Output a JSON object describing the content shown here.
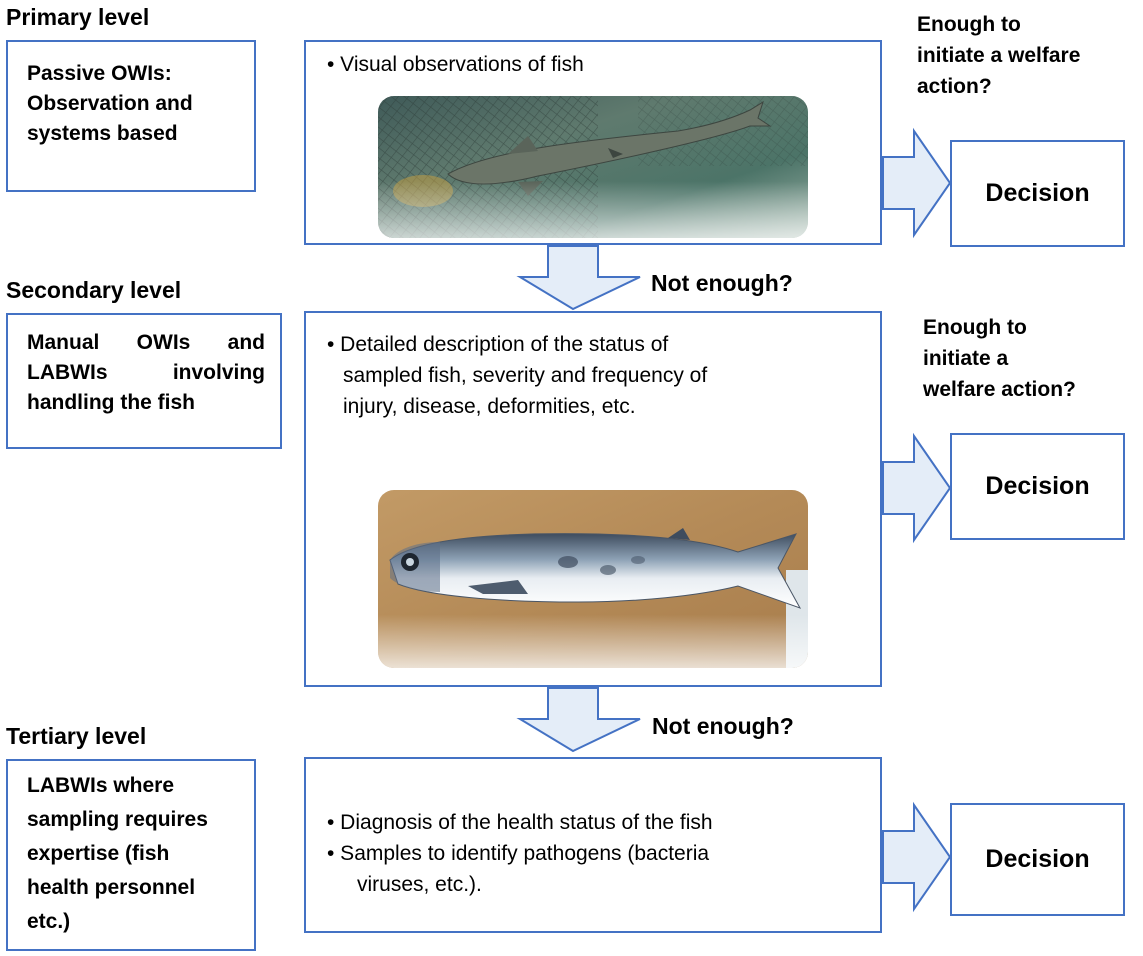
{
  "levels": {
    "primary": {
      "title": "Primary level",
      "side_lines": [
        "Passive OWIs:",
        "Observation and",
        "systems based"
      ],
      "bullets": [
        "• Visual observations of fish"
      ],
      "question_lines": [
        "Enough to",
        "initiate a welfare",
        "action?"
      ],
      "decision": "Decision"
    },
    "secondary": {
      "title": "Secondary level",
      "side_lines": [
        "Manual OWIs and",
        "LABWIs involving",
        "handling the fish"
      ],
      "bullets": [
        "• Detailed description of the status of",
        "sampled fish, severity and frequency of",
        "injury, disease, deformities, etc."
      ],
      "question_lines": [
        "Enough to",
        "initiate a",
        "welfare action?"
      ],
      "decision": "Decision"
    },
    "tertiary": {
      "title": "Tertiary level",
      "side_lines": [
        "LABWIs where",
        "sampling requires",
        "expertise (fish",
        "health personnel",
        "etc.)"
      ],
      "bullets": [
        "• Diagnosis of the health status of the fish",
        "• Samples to identify pathogens (bacteria",
        "viruses, etc.)."
      ],
      "decision": "Decision"
    }
  },
  "transitions": {
    "primary_to_secondary": "Not enough?",
    "secondary_to_tertiary": "Not enough?"
  },
  "colors": {
    "border": "#4472c4",
    "arrow_fill": "#e4edf8"
  }
}
